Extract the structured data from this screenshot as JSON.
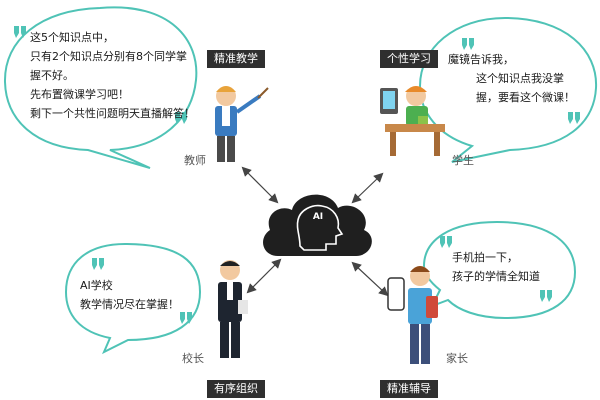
{
  "hub": {
    "label": "AI"
  },
  "teacher": {
    "tag": "精准教学",
    "role": "教师",
    "bubble": [
      "这5个知识点中，",
      "只有2个知识点分别有8个同学掌",
      "握不好。",
      "先布置微课学习吧！",
      "剩下一个共性问题明天直播解答！"
    ]
  },
  "student": {
    "tag": "个性学习",
    "role": "学生",
    "bubble": [
      "魔镜告诉我，",
      "这个知识点我没掌",
      "握，要看这个微课！"
    ]
  },
  "principal": {
    "tag": "有序组织",
    "role": "校长",
    "bubble": [
      "AI学校",
      "教学情况尽在掌握！"
    ]
  },
  "parent": {
    "tag": "精准辅导",
    "role": "家长",
    "bubble": [
      "手机拍一下，",
      "孩子的学情全知道"
    ]
  },
  "colors": {
    "bubble_stroke": "#4fc3b6",
    "quote_mark": "#4fc3b6",
    "tag_bg": "#2f2f2f",
    "hub_cloud": "#1f1f1f"
  },
  "icons": [
    "cloud-ai-brain-icon",
    "quote-open-icon",
    "quote-close-icon",
    "double-arrow-icon"
  ]
}
